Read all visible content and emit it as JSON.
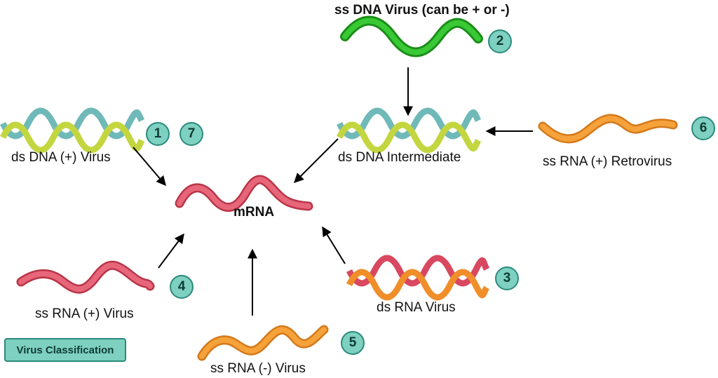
{
  "title": "ss DNA Virus (can be + or -)",
  "center": {
    "label": "mRNA"
  },
  "nodes": {
    "ds_dna_plus": {
      "label": "ds DNA (+) Virus",
      "badges": [
        "1",
        "7"
      ]
    },
    "ss_dna": {
      "badges": [
        "2"
      ]
    },
    "ds_dna_intermediate": {
      "label": "ds DNA Intermediate"
    },
    "ss_rna_plus_retro": {
      "label": "ss RNA (+) Retrovirus",
      "badges": [
        "6"
      ]
    },
    "ss_rna_plus": {
      "label": "ss RNA (+) Virus",
      "badges": [
        "4"
      ]
    },
    "ss_rna_minus": {
      "label": "ss RNA (-) Virus",
      "badges": [
        "5"
      ]
    },
    "ds_rna": {
      "label": "ds RNA Virus",
      "badges": [
        "3"
      ]
    }
  },
  "legend_tag": "Virus Classification",
  "colors": {
    "badge_fill": "#7ed0c0",
    "badge_border": "#2b8a7c",
    "dna_strand_a": "#7ccfd0",
    "dna_strand_b": "#c8d84a",
    "ss_dna_green": "#22b01e",
    "rna_red": "#e0566a",
    "rna_orange": "#f39a2a"
  }
}
